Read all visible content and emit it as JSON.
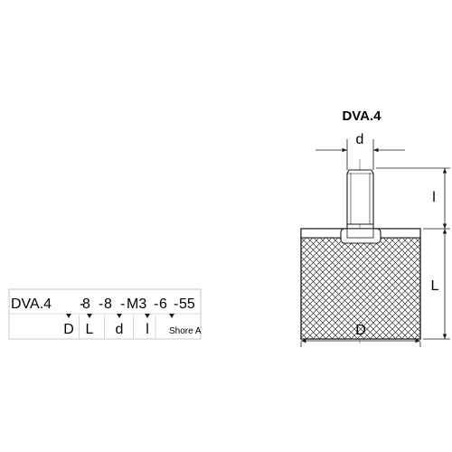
{
  "title": "DVA.4",
  "dimensions": {
    "d": "d",
    "l": "l",
    "L": "L",
    "D": "D"
  },
  "code": {
    "parts": [
      "DVA.4",
      "8",
      "8",
      "M3",
      "6",
      "55"
    ],
    "separator": "-",
    "legend": [
      "D",
      "L",
      "d",
      "l",
      "Shore A"
    ]
  },
  "colors": {
    "line": "#1a1a1a",
    "hatch": "#333333",
    "marker": "#222222",
    "boxBorder": "#bbbbbb"
  }
}
